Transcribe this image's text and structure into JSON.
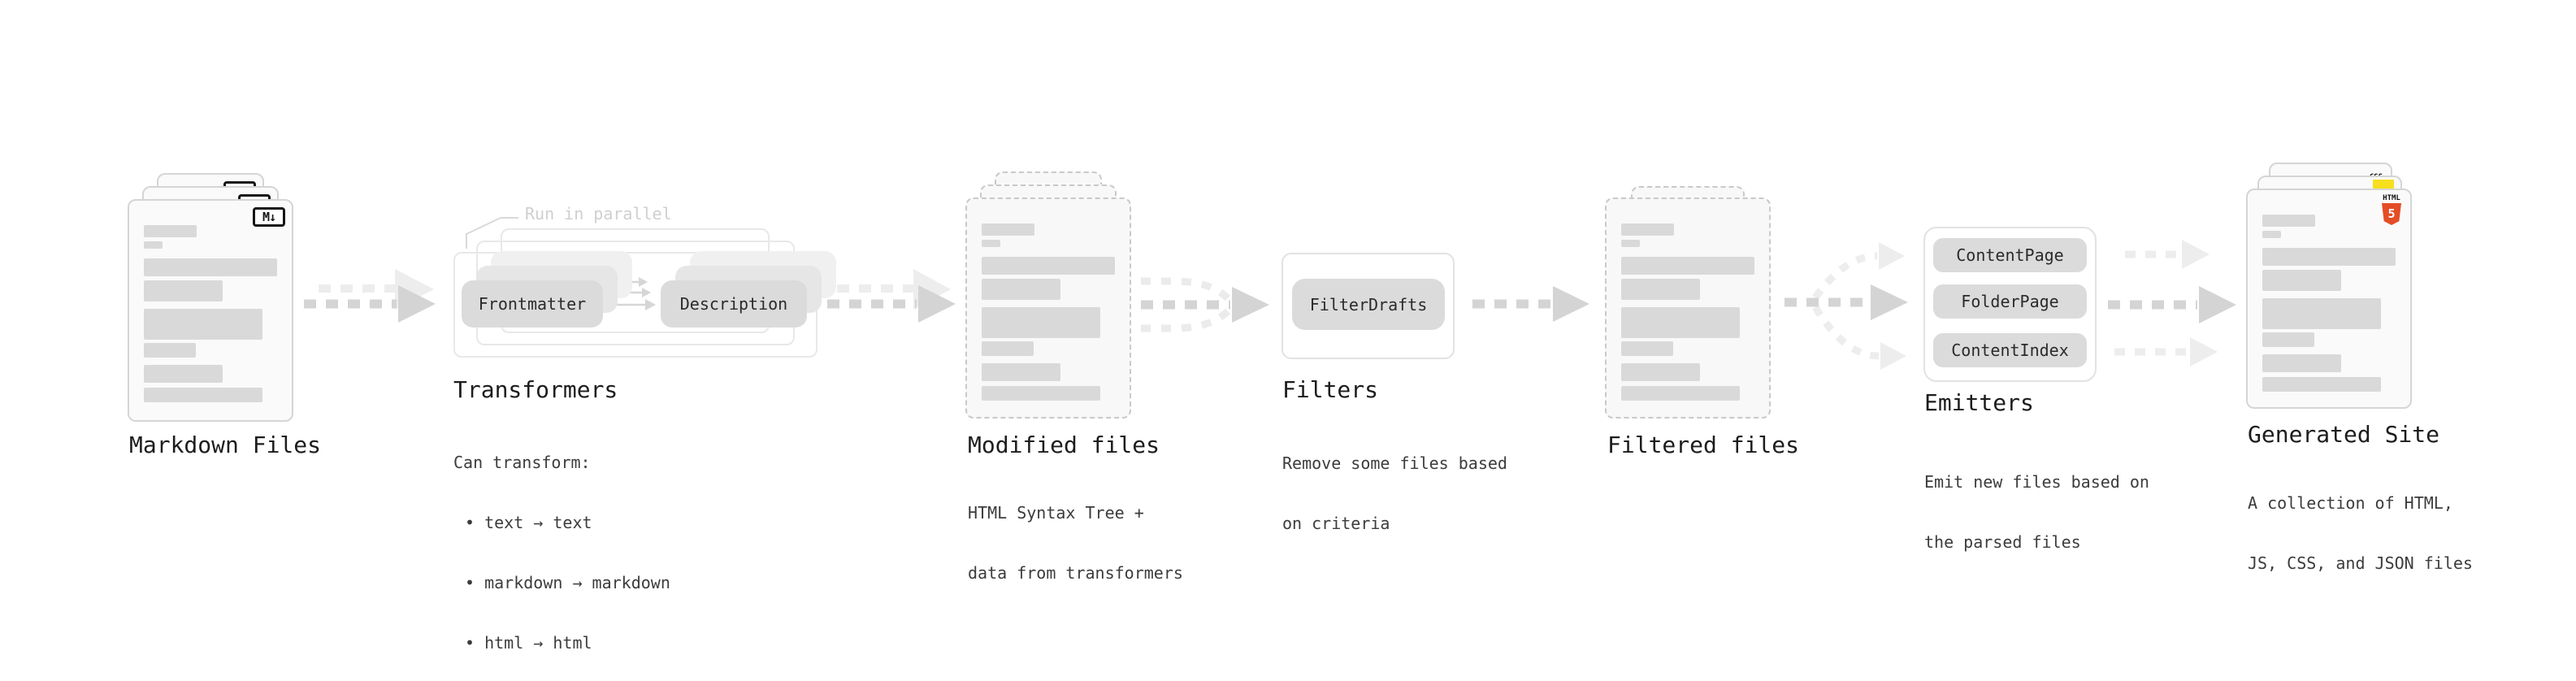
{
  "palette": {
    "canvas_bg": "#ffffff",
    "doc_bg": "#fafafa",
    "doc_border": "#d5d5d5",
    "doc_dashed_border": "#c9c9c9",
    "skeleton_bar": "#d9d9d9",
    "chip_bg": "#dbdbdb",
    "chip_ghost": "#e6e6e6",
    "chip_text": "#2b2b2b",
    "outline_box_border": "#e8e8e8",
    "panel_border": "#e2e2e2",
    "arrow_main": "#d4d4d4",
    "arrow_ghost": "#ededed",
    "annotation_text": "#cfcfcf",
    "title_text": "#1d1d1d",
    "body_text": "#3c3c3c",
    "markdown_badge": "#151515",
    "html5_orange": "#e44d26",
    "js_yellow": "#f7df1e",
    "css_blue": "#2863f2"
  },
  "badges": {
    "markdown": "M↓",
    "css": "CSS",
    "html": "HTML",
    "html_number": "5"
  },
  "stages": {
    "markdown_files": {
      "title": "Markdown Files"
    },
    "transformers": {
      "title": "Transformers",
      "annotation": "Run in parallel",
      "source_chip": "Frontmatter",
      "target_chip": "Description",
      "note_heading": "Can transform:",
      "bullets": [
        "• text → text",
        "• markdown → markdown",
        "• html → html"
      ]
    },
    "modified_files": {
      "title": "Modified files",
      "note_lines": [
        "HTML Syntax Tree +",
        "data from transformers"
      ]
    },
    "filters": {
      "title": "Filters",
      "chips": [
        "FilterDrafts"
      ],
      "note_lines": [
        "Remove some files based",
        "on criteria"
      ]
    },
    "filtered_files": {
      "title": "Filtered files"
    },
    "emitters": {
      "title": "Emitters",
      "chips": [
        "ContentPage",
        "FolderPage",
        "ContentIndex"
      ],
      "note_lines": [
        "Emit new files based on",
        "the parsed files"
      ]
    },
    "generated_site": {
      "title": "Generated Site",
      "note_lines": [
        "A collection of HTML,",
        "JS, CSS, and JSON files"
      ]
    }
  },
  "skeleton_lines": [
    {
      "w": 65,
      "h": 15,
      "mt": 0
    },
    {
      "w": 23,
      "h": 9,
      "mt": 5
    },
    {
      "w": 164,
      "h": 22,
      "mt": 12
    },
    {
      "w": 97,
      "h": 26,
      "mt": 5
    },
    {
      "w": 146,
      "h": 38,
      "mt": 9
    },
    {
      "w": 64,
      "h": 18,
      "mt": 4
    },
    {
      "w": 97,
      "h": 22,
      "mt": 9
    },
    {
      "w": 146,
      "h": 18,
      "mt": 6
    }
  ]
}
